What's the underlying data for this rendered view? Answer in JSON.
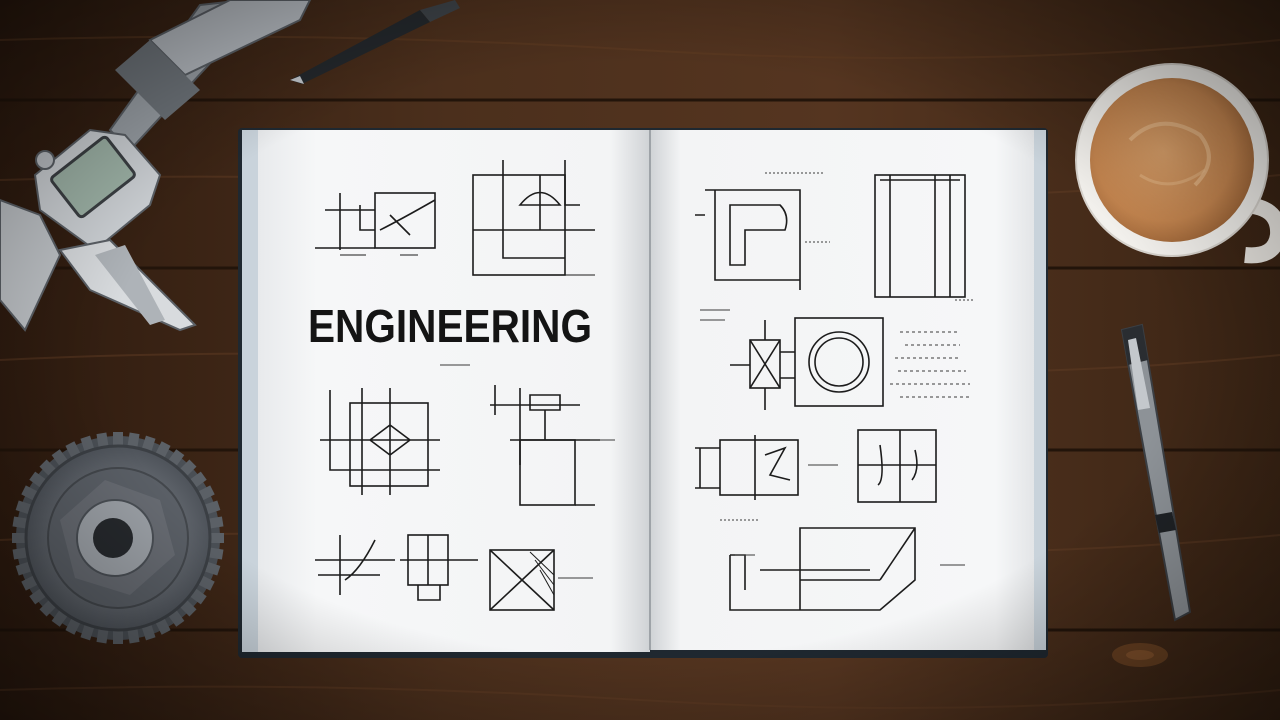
{
  "book": {
    "title": "ENGINEERING"
  },
  "colors": {
    "desk": "#4a2e1b",
    "desk_dark": "#2e1b0f",
    "paper": "#f4f5f6",
    "ink": "#1c1c1c",
    "book_cover": "#2a3540",
    "coffee": "#c98a55",
    "mug": "#f2f0ec",
    "metal": "#7a7f86"
  },
  "objects": [
    "digital-caliper",
    "gear",
    "mechanical-pencil",
    "notebook",
    "coffee-mug",
    "pen"
  ]
}
